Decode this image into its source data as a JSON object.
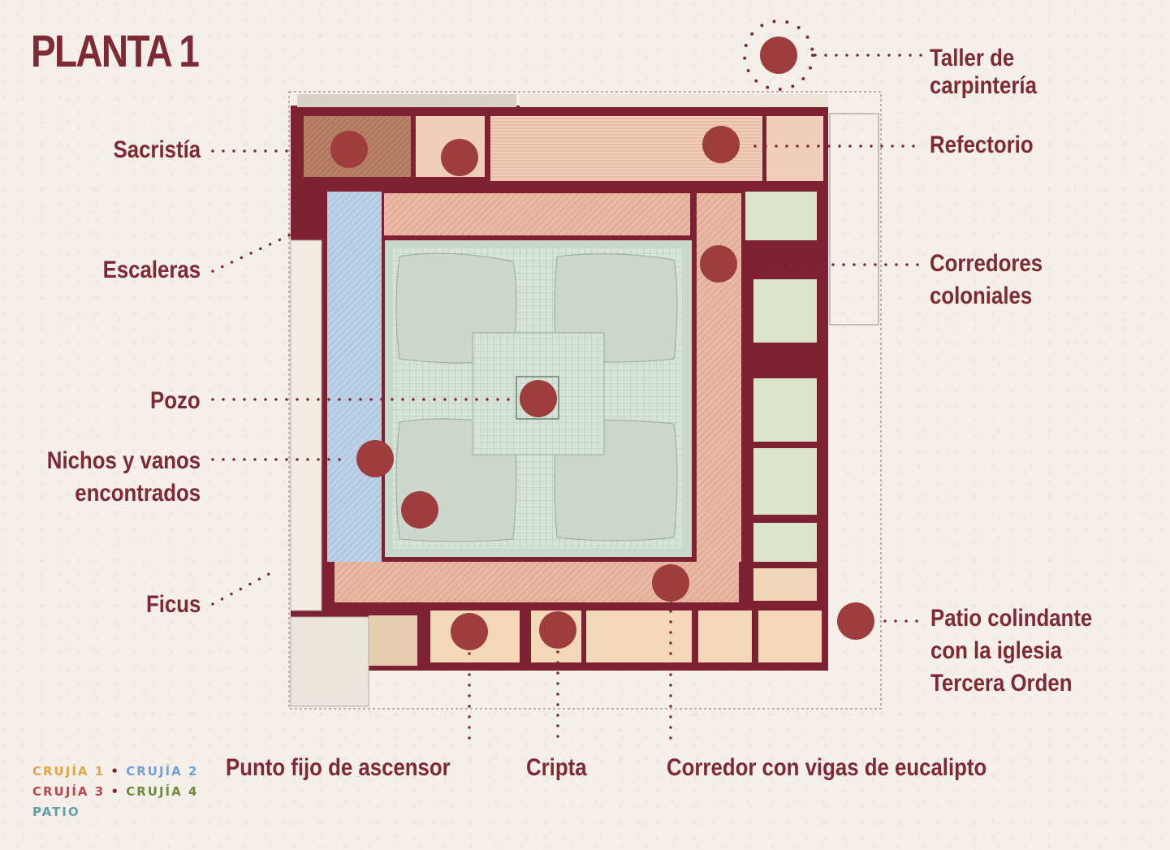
{
  "title": "PLANTA 1",
  "colors": {
    "accent": "#7e2a35",
    "marker": "#9e3d3d",
    "crujia1": "#e0a548",
    "crujia2": "#6fa0d8",
    "crujia3": "#b8474f",
    "crujia4": "#6f8a3c",
    "patio": "#5fa0a6"
  },
  "labels": {
    "taller": [
      "Taller de",
      "carpintería"
    ],
    "sacristia": "Sacristía",
    "refectorio": "Refectorio",
    "escaleras": "Escaleras",
    "corredores": [
      "Corredores",
      "coloniales"
    ],
    "pozo": "Pozo",
    "nichos": [
      "Nichos y vanos",
      "encontrados"
    ],
    "ficus": "Ficus",
    "patio_colindante": [
      "Patio colindante",
      "con la iglesia",
      "Tercera Orden"
    ],
    "punto_fijo": "Punto fijo de ascensor",
    "cripta": "Cripta",
    "corredor_vigas": "Corredor con vigas de eucalipto"
  },
  "legend": {
    "crujia1": "CRUJÍA 1",
    "crujia2": "CRUJÍA 2",
    "crujia3": "CRUJÍA 3",
    "crujia4": "CRUJÍA 4",
    "patio": "PATIO",
    "separator": "•"
  }
}
